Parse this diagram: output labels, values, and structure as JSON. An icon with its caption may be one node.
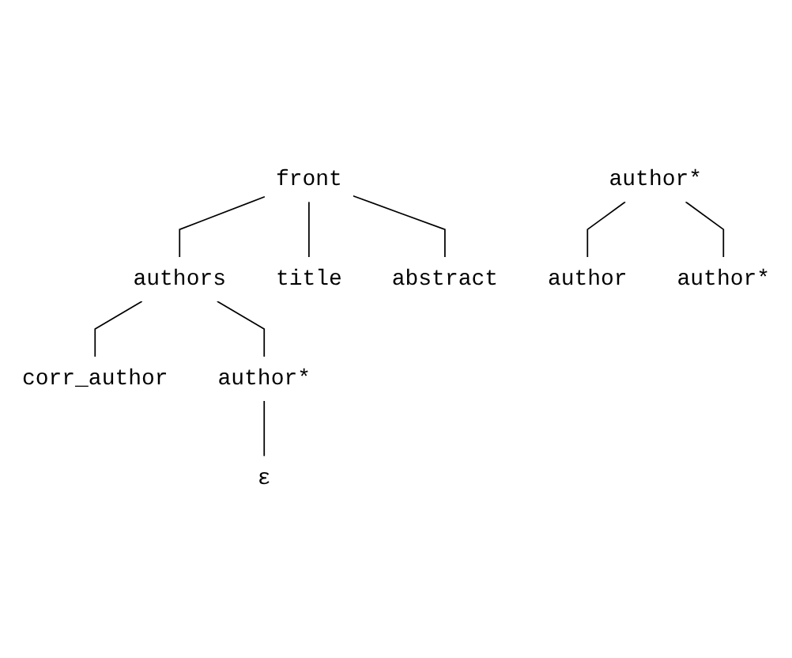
{
  "diagram": {
    "nodes": [
      {
        "text": [
          "front"
        ]
      },
      {
        "text": [
          "authors"
        ]
      },
      {
        "text": [
          "title"
        ]
      },
      {
        "text": [
          "abstract"
        ]
      },
      {
        "text": [
          "corr_author"
        ]
      },
      {
        "text": [
          "author*"
        ]
      },
      {
        "text": [
          "ε"
        ]
      },
      {
        "text": [
          "author*"
        ]
      },
      {
        "text": [
          "author"
        ]
      },
      {
        "text": [
          "author*"
        ]
      }
    ],
    "edges": [
      {
        "from": 0,
        "to": 1,
        "arrow": "none"
      },
      {
        "from": 0,
        "to": 2,
        "arrow": "none"
      },
      {
        "from": 0,
        "to": 3,
        "arrow": "none"
      },
      {
        "from": 1,
        "to": 4,
        "arrow": "none"
      },
      {
        "from": 1,
        "to": 5,
        "arrow": "none"
      },
      {
        "from": 5,
        "to": 6,
        "arrow": "none"
      },
      {
        "from": 7,
        "to": 8,
        "arrow": "none"
      },
      {
        "from": 7,
        "to": 9,
        "arrow": "none"
      }
    ]
  }
}
